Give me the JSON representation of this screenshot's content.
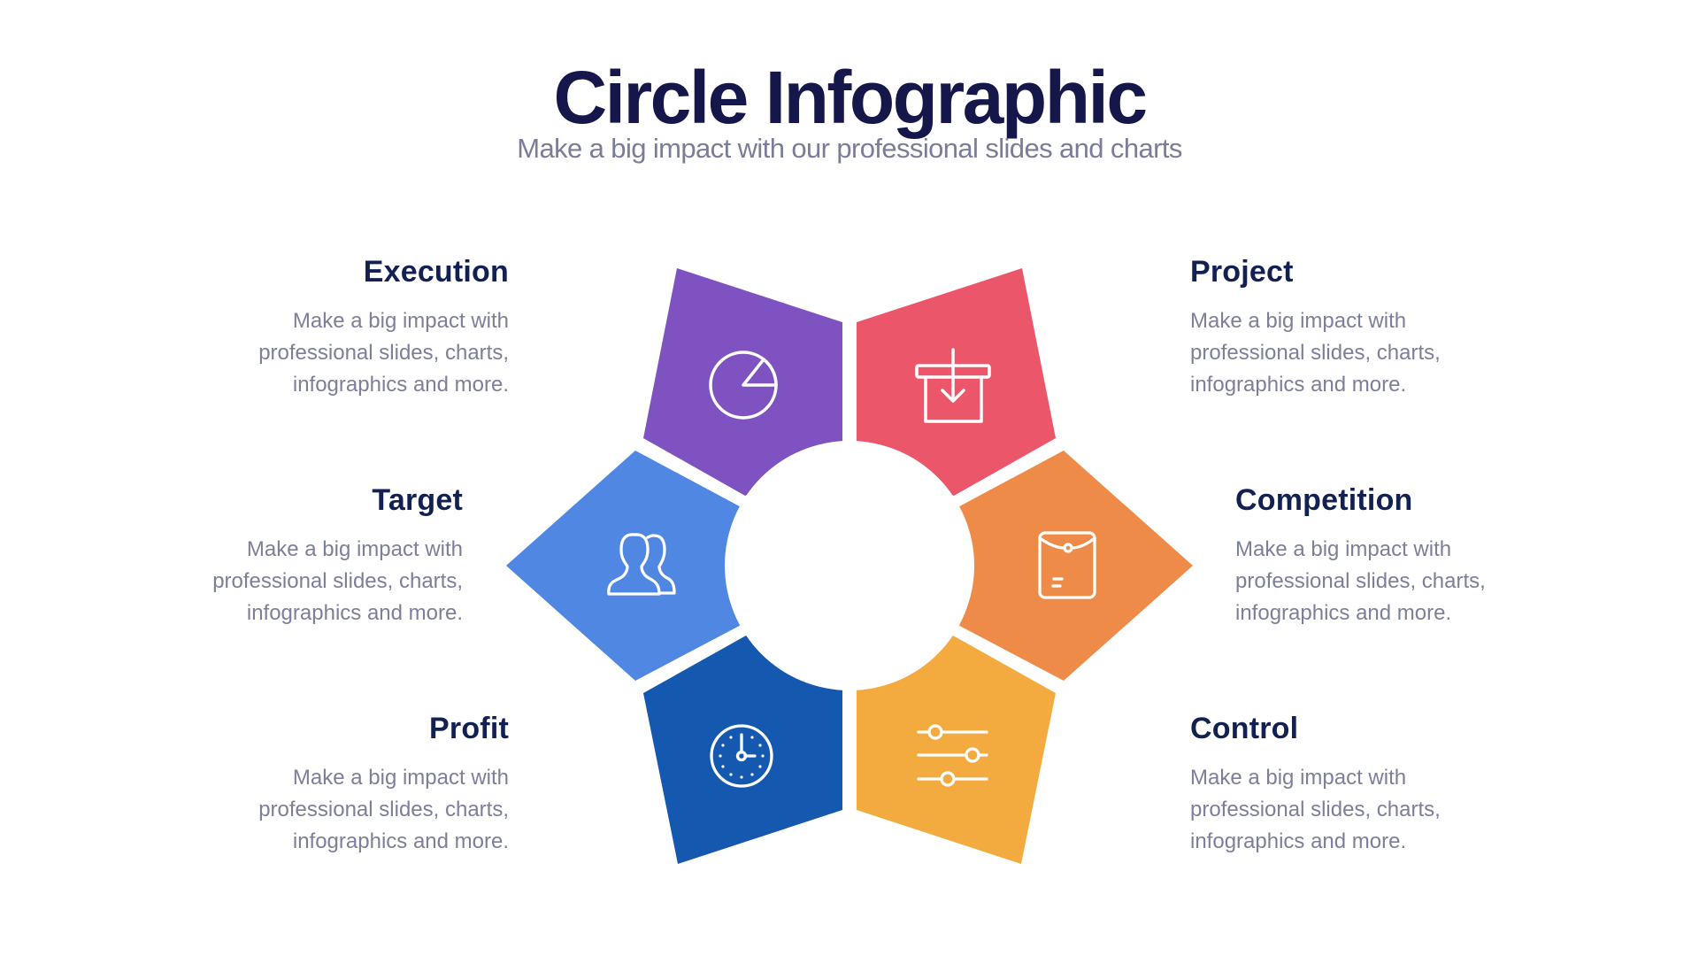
{
  "header": {
    "title": "Circle Infographic",
    "subtitle": "Make a big impact with our professional slides and charts"
  },
  "segments": [
    {
      "key": "execution",
      "title": "Execution",
      "description": "Make a big impact with\nprofessional slides, charts,\ninfographics and more.",
      "icon": "pie-chart-icon",
      "color": "#7f52c2",
      "side": "left"
    },
    {
      "key": "project",
      "title": "Project",
      "description": "Make a big impact with\nprofessional slides, charts,\ninfographics and more.",
      "icon": "box-download-icon",
      "color": "#ec566b",
      "side": "right"
    },
    {
      "key": "target",
      "title": "Target",
      "description": "Make a big impact with\nprofessional slides, charts,\ninfographics and more.",
      "icon": "users-icon",
      "color": "#4f87e3",
      "side": "left"
    },
    {
      "key": "competition",
      "title": "Competition",
      "description": "Make a big impact with\nprofessional slides, charts,\ninfographics and more.",
      "icon": "envelope-icon",
      "color": "#ee8b48",
      "side": "right"
    },
    {
      "key": "profit",
      "title": "Profit",
      "description": "Make a big impact with\nprofessional slides, charts,\ninfographics and more.",
      "icon": "clock-icon",
      "color": "#1558b0",
      "side": "left"
    },
    {
      "key": "control",
      "title": "Control",
      "description": "Make a big impact with\nprofessional slides, charts,\ninfographics and more.",
      "icon": "sliders-icon",
      "color": "#f3ab40",
      "side": "right"
    }
  ],
  "colors": {
    "title": "#15174a",
    "heading": "#132052",
    "body_text": "#7c7f99",
    "background": "#ffffff"
  }
}
